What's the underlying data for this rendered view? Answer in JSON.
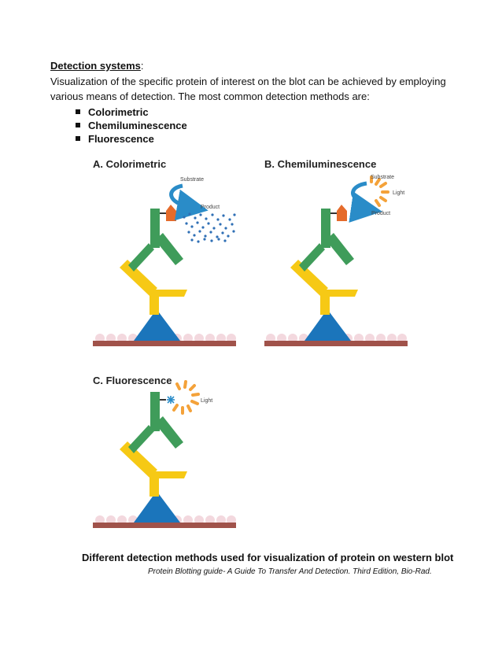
{
  "heading": {
    "title": "Detection systems",
    "colon": ":"
  },
  "intro": "Visualization of the specific protein of interest on the blot can be achieved by employing various means of detection. The most common detection methods are:",
  "methods": [
    "Colorimetric",
    "Chemiluminescence",
    "Fluorescence"
  ],
  "figure": {
    "panels": {
      "a": {
        "label": "A. Colorimetric",
        "substrate": "Substrate",
        "product": "Product"
      },
      "b": {
        "label": "B. Chemiluminescence",
        "substrate": "Substrate",
        "light": "Light",
        "product": "Product"
      },
      "c": {
        "label": "C. Fluorescence",
        "light": "Light"
      }
    },
    "colors": {
      "membrane": "#a0524a",
      "beads": "#f3d8de",
      "antigen": "#1b75bb",
      "primary_antibody": "#f6c915",
      "secondary_antibody": "#3f9c5a",
      "enzyme": "#e56b2b",
      "arrow": "#2a8cc8",
      "light_rays": "#f4a23a",
      "product_dots": "#2f6fb5"
    }
  },
  "caption": "Different detection methods used for visualization of protein on western blot",
  "source": "Protein Blotting guide- A Guide To Transfer And Detection. Third Edition, Bio-Rad."
}
